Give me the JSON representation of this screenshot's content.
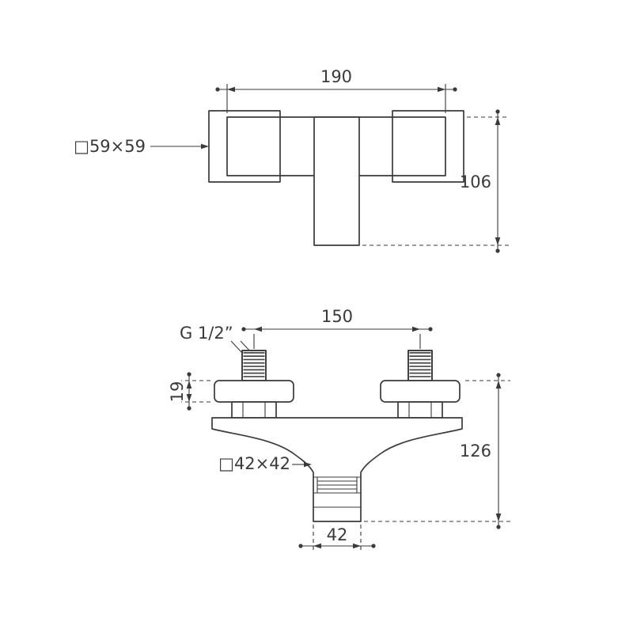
{
  "colors": {
    "background": "#ffffff",
    "line": "#3a3a3a"
  },
  "top_view": {
    "overall_width": "190",
    "end_square": "□59×59",
    "depth": "106"
  },
  "front_view": {
    "thread_size": "G 1/2”",
    "connection_centers": "150",
    "eccentric_height": "19",
    "spout_square": "□42×42",
    "overall_height": "126",
    "spout_width": "42"
  }
}
